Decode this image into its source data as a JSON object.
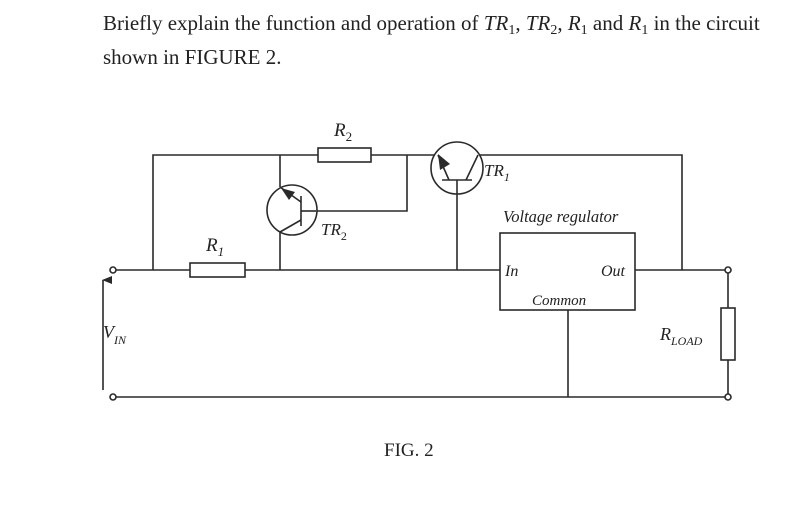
{
  "question": {
    "part1": "Briefly explain the function and operation of ",
    "tr": "TR",
    "sub1": "1",
    "comma": ", ",
    "sub2": "2",
    "r": "R",
    "and": " and ",
    "part_end": " in the circuit shown in FIGURE 2."
  },
  "labels": {
    "r_letter": "R",
    "r2_sub": "2",
    "r1_sub": "1",
    "tr_letters": "TR",
    "tr1_sub": "1",
    "tr2_sub": "2",
    "regulator_title": "Voltage regulator",
    "in": "In",
    "out": "Out",
    "common": "Common",
    "v_letter": "V",
    "vin_sub": "IN",
    "rload_sub": "LOAD"
  },
  "caption": "FIG. 2"
}
